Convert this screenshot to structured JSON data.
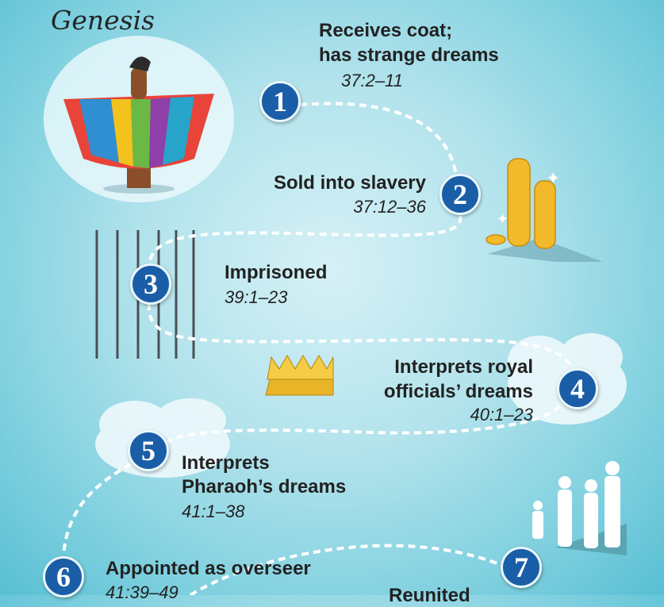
{
  "title": "Genesis",
  "colors": {
    "circle": "#1a5ea8",
    "path": "#ffffff",
    "background": "#b3e3ec"
  },
  "steps": [
    {
      "number": "1",
      "label_lines": [
        "Receives coat;",
        "has strange dreams"
      ],
      "reference": "37:2–11"
    },
    {
      "number": "2",
      "label_lines": [
        "Sold into slavery"
      ],
      "reference": "37:12–36"
    },
    {
      "number": "3",
      "label_lines": [
        "Imprisoned"
      ],
      "reference": "39:1–23"
    },
    {
      "number": "4",
      "label_lines": [
        "Interprets royal",
        "officials’ dreams"
      ],
      "reference": "40:1–23"
    },
    {
      "number": "5",
      "label_lines": [
        "Interprets",
        "Pharaoh’s dreams"
      ],
      "reference": "41:1–38"
    },
    {
      "number": "6",
      "label_lines": [
        "Appointed as overseer"
      ],
      "reference": "41:39–49"
    },
    {
      "number": "7",
      "label_lines": [
        "Reunited"
      ],
      "reference": ""
    }
  ]
}
